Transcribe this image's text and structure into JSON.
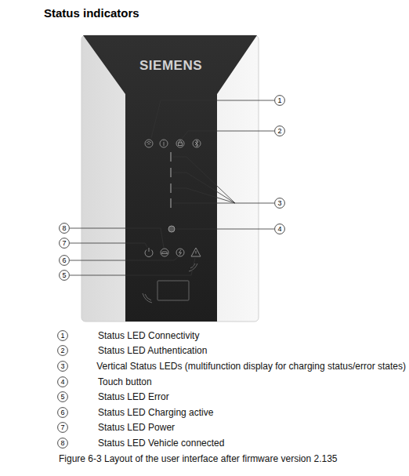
{
  "diagram": {
    "title": "Status indicators",
    "caption": "Figure 6-3 Layout of the user interface after firmware version 2.135",
    "nodes": [
      {
        "text": [
          "1"
        ]
      },
      {
        "text": [
          "2"
        ]
      },
      {
        "text": [
          "3"
        ]
      },
      {
        "text": [
          "8"
        ]
      },
      {
        "text": [
          "4"
        ]
      },
      {
        "text": [
          "7"
        ]
      },
      {
        "text": [
          "6"
        ]
      },
      {
        "text": [
          "5"
        ]
      },
      {
        "text": [
          "1"
        ]
      },
      {
        "text": [
          "2"
        ]
      },
      {
        "text": [
          "3"
        ]
      },
      {
        "text": [
          "4"
        ]
      },
      {
        "text": [
          "5"
        ]
      },
      {
        "text": [
          "6"
        ]
      },
      {
        "text": [
          "7"
        ]
      },
      {
        "text": [
          "8"
        ]
      }
    ],
    "labels": [
      "SIEMENS",
      "Status LED Connectivity",
      "Status LED Authentication",
      "Vertical Status LEDs (multifunction display for charging status/error states)",
      "Touch button",
      "Status LED Error",
      "Status LED Charging active",
      "Status LED Power",
      "Status LED Vehicle connected"
    ]
  }
}
